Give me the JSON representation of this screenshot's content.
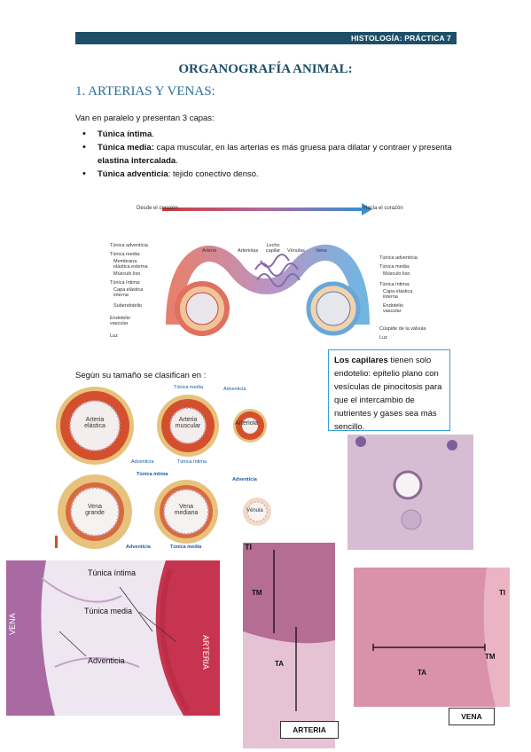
{
  "header": {
    "text": "HISTOLOGÍA: PRÁCTICA 7"
  },
  "title": "ORGANOGRAFÍA ANIMAL:",
  "section": {
    "title": "1.  ARTERIAS Y VENAS:"
  },
  "intro": "Van en paralelo y presentan 3 capas:",
  "layers": [
    {
      "bold": "Túnica íntima",
      "rest": "."
    },
    {
      "bold": "Túnica media:",
      "rest": " capa muscular, en las arterias es más gruesa para dilatar y contraer y presenta ",
      "bold2": "elastina intercalada",
      "rest2": "."
    },
    {
      "bold": "Túnica adventicia",
      "rest": ": tejido conectivo denso."
    }
  ],
  "diagram": {
    "from_heart": "Desde el corazón",
    "to_heart": "Hacia el corazón",
    "left_labels": [
      "Túnica adventicia",
      "Túnica media:",
      "Membrana elástica externa",
      "Músculo liso",
      "Túnica íntima:",
      "Capa elástica interna",
      "Subendotelio",
      "Endotelio vascular",
      "Luz"
    ],
    "right_labels": [
      "Túnica adventicia",
      "Túnica media:",
      "Músculo liso",
      "Túnica íntima:",
      "Capa elástica interna",
      "Endotelio vascular",
      "Cúspide de la válvula",
      "Luz"
    ],
    "top_labels": [
      "Arteria",
      "Arteriolas",
      "Lecho capilar",
      "Vénulas",
      "Vena"
    ]
  },
  "classify": "Según su tamaño se clasifican en :",
  "capillaries": {
    "bold": "Los capilares",
    "rest": " tienen solo endotelio: epitelio plano con vesículas de pinocitosis para que el intercambio de nutrientes y gases sea más sencillo."
  },
  "vessels": {
    "arteries": [
      "Arteria elástica",
      "Arteria muscular",
      "Arteriola"
    ],
    "veins": [
      "Vena grande",
      "Vena mediana",
      "Vénula"
    ],
    "labels": [
      "Túnica media",
      "Adventicia",
      "Adventicia",
      "Túnica íntima",
      "Túnica íntima",
      "Adventicia",
      "Adventicia",
      "Túnica media"
    ]
  },
  "micro": {
    "labels": [
      "Túnica íntima",
      "Túnica media",
      "Adventicia"
    ],
    "vena": "VENA",
    "arteria": "ARTERIA"
  },
  "artery_photo": {
    "ti": "TI",
    "tm": "TM",
    "ta": "TA",
    "tag": "ARTERIA"
  },
  "vein_photo": {
    "ti": "TI",
    "tm": "TM",
    "ta": "TA",
    "tag": "VENA"
  },
  "colors": {
    "header": "#1d4f68",
    "title": "#1d4f68",
    "section": "#2a6f95",
    "box": "#3aa0d6"
  }
}
